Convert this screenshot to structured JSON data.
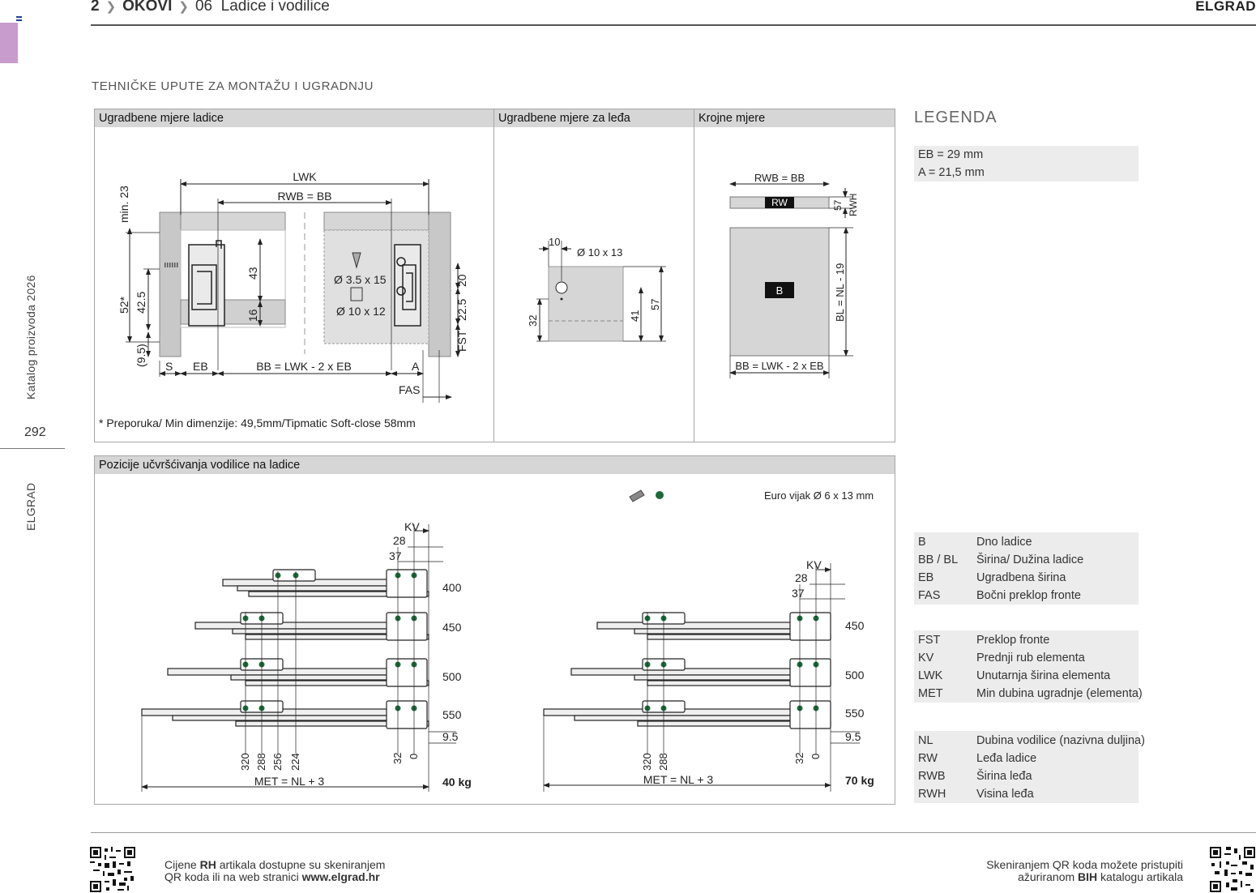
{
  "header": {
    "chapter_num": "2",
    "chapter": "OKOVI",
    "subchapter_num": "06",
    "subchapter": "Ladice i vodilice",
    "brand": "ELGRAD"
  },
  "sidebar": {
    "catalog": "Katalog proizvoda 2026",
    "page_number": "292",
    "brand": "ELGRAD"
  },
  "section_title": "TEHNIČKE UPUTE ZA MONTAŽU I UGRADNJU",
  "panels": {
    "drawer": {
      "title": "Ugradbene mjere ladice",
      "lwk": "LWK",
      "rwb": "RWB = BB",
      "min23": "min. 23",
      "d43": "43",
      "d16": "16",
      "d52": "52*",
      "d425": "42.5",
      "d95": "(9.5)",
      "s": "S",
      "eb": "EB",
      "bb": "BB = LWK - 2 x EB",
      "a": "A",
      "fas": "FAS",
      "screw1": "Ø 3.5 x 15",
      "screw2": "Ø 10 x 12",
      "d20": "20",
      "d225": "22.5",
      "fst": "FST",
      "note": "* Preporuka/ Min dimenzije: 49,5mm/Tipmatic Soft-close 58mm"
    },
    "back": {
      "title": "Ugradbene mjere za leđa",
      "d10": "10",
      "hole": "Ø 10 x 13",
      "d32": "32",
      "d41": "41",
      "d57": "57"
    },
    "cut": {
      "title": "Krojne mjere",
      "rwb": "RWB = BB",
      "rw": "RW",
      "d57": "57",
      "rwh": "RWH",
      "b": "B",
      "bl": "BL = NL - 19",
      "bb": "BB = LWK - 2 x EB"
    },
    "positions": {
      "title": "Pozicije učvršćivanja vodilice na ladice",
      "screw_label": "Euro vijak Ø 6 x 13 mm",
      "left": {
        "kv": "KV",
        "d28": "28",
        "d37": "37",
        "lengths": [
          "400",
          "450",
          "500",
          "550"
        ],
        "d95": "9.5",
        "bottom": [
          "320",
          "288",
          "256",
          "224",
          "32",
          "0"
        ],
        "met": "MET = NL + 3",
        "load": "40  kg"
      },
      "right": {
        "kv": "KV",
        "d28": "28",
        "d37": "37",
        "lengths": [
          "450",
          "500",
          "550"
        ],
        "d95": "9.5",
        "bottom": [
          "320",
          "288",
          "32",
          "0"
        ],
        "met": "MET = NL + 3",
        "load": "70  kg"
      }
    }
  },
  "legend": {
    "title": "LEGENDA",
    "values": [
      "EB = 29 mm",
      "A = 21,5 mm"
    ],
    "group1": [
      {
        "code": "B",
        "desc": "Dno ladice"
      },
      {
        "code": "BB / BL",
        "desc": "Širina/ Dužina ladice"
      },
      {
        "code": "EB",
        "desc": "Ugradbena širina"
      },
      {
        "code": "FAS",
        "desc": "Bočni preklop fronte"
      }
    ],
    "group2": [
      {
        "code": "FST",
        "desc": "Preklop fronte"
      },
      {
        "code": "KV",
        "desc": "Prednji rub elementa"
      },
      {
        "code": "LWK",
        "desc": "Unutarnja širina elementa"
      },
      {
        "code": "MET",
        "desc": "Min dubina ugradnje (elementa)"
      }
    ],
    "group3": [
      {
        "code": "NL",
        "desc": "Dubina vodilice (nazivna duljina)"
      },
      {
        "code": "RW",
        "desc": "Leđa ladice"
      },
      {
        "code": "RWB",
        "desc": "Širina leđa"
      },
      {
        "code": "RWH",
        "desc": "Visina leđa"
      }
    ]
  },
  "footer": {
    "left_line1_a": "Cijene ",
    "left_line1_b": "RH",
    "left_line1_c": " artikala dostupne su skeniranjem",
    "left_line2_a": "QR koda ili na web stranici ",
    "left_line2_b": "www.elgrad.hr",
    "right_line1": "Skeniranjem QR koda možete pristupiti",
    "right_line2_a": "ažuriranom ",
    "right_line2_b": "BIH",
    "right_line2_c": " katalogu artikala"
  },
  "colors": {
    "accent_pink": "#c89ccc",
    "dot_green": "#1b6b3a",
    "panel_head": "#d6d6d6"
  }
}
